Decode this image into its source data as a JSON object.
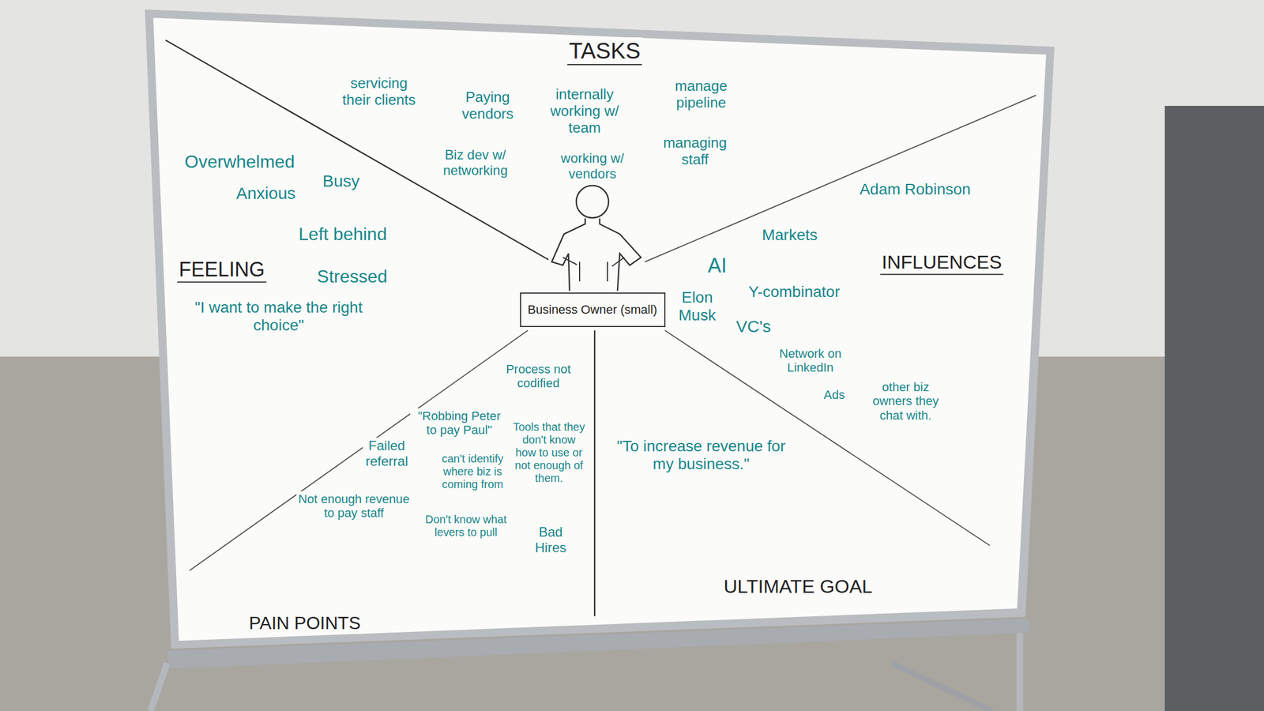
{
  "diagram": {
    "nodes": [
      {
        "text": [
          "Business Owner (small)"
        ]
      }
    ],
    "labels": [
      "TASKS",
      "servicing their clients",
      "Paying vendors",
      "internally working w/ team",
      "manage pipeline",
      "managing staff",
      "Biz dev w/ networking",
      "working w/ vendors",
      "Overwhelmed",
      "Busy",
      "Anxious",
      "Left behind",
      "FEELING",
      "Stressed",
      "\"I want to make the right choice\"",
      "Adam Robinson",
      "Markets",
      "INFLUENCES",
      "AI",
      "Y-combinator",
      "Elon Musk",
      "VC's",
      "Network on LinkedIn",
      "Ads",
      "other biz owners they chat with.",
      "Process not codified",
      "\"Robbing Peter to pay Paul\"",
      "Failed referral",
      "Tools that they don't know how to use or not enough of them.",
      "can't identify where biz is coming from",
      "Not enough revenue to pay staff",
      "Don't know what levers to pull",
      "Bad Hires",
      "\"To increase revenue for my business.\"",
      "ULTIMATE GOAL",
      "PAIN POINTS"
    ]
  }
}
